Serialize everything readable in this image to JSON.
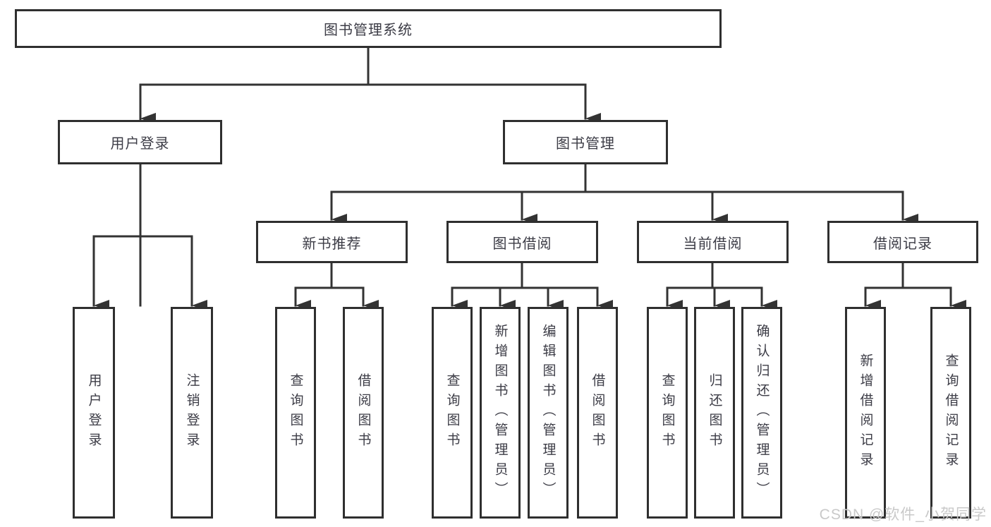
{
  "tree": {
    "label": "图书管理系统",
    "children": [
      {
        "label": "用户登录",
        "children": [
          {
            "label": "用户登录"
          },
          {
            "label": "注销登录"
          }
        ]
      },
      {
        "label": "图书管理",
        "children": [
          {
            "label": "新书推荐",
            "children": [
              {
                "label": "查询图书"
              },
              {
                "label": "借阅图书"
              }
            ]
          },
          {
            "label": "图书借阅",
            "children": [
              {
                "label": "查询图书"
              },
              {
                "label": "新增图书（管理员）"
              },
              {
                "label": "编辑图书（管理员）"
              },
              {
                "label": "借阅图书"
              }
            ]
          },
          {
            "label": "当前借阅",
            "children": [
              {
                "label": "查询图书"
              },
              {
                "label": "归还图书"
              },
              {
                "label": "确认归还（管理员）"
              }
            ]
          },
          {
            "label": "借阅记录",
            "children": [
              {
                "label": "新增借阅记录"
              },
              {
                "label": "查询借阅记录"
              }
            ]
          }
        ]
      }
    ]
  },
  "watermark": {
    "text": "CSDN @软件_小贺同学"
  },
  "colors": {
    "line": "#333333",
    "border": "#2f2f2f",
    "text": "#3c3c46",
    "watermark": "#c9c9c9",
    "background": "#ffffff"
  }
}
